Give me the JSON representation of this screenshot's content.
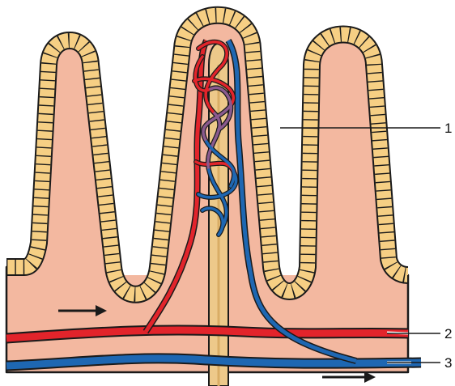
{
  "labels": {
    "villus_tissue": "1",
    "arteriole": "2",
    "venule": "3"
  },
  "colors": {
    "tissue": "#F3B8A0",
    "epithelium_cell": "#F6CF84",
    "outline": "#1a1a1a",
    "artery": "#E2242B",
    "vein": "#1E67B2",
    "capillary_mix": "#8A5A8E",
    "lacteal": "#EDC98A",
    "arrow": "#1a1a1a",
    "background": "#FFFFFF"
  },
  "icons": {
    "flow_arrow_in": "right-arrow",
    "flow_arrow_out": "right-arrow"
  }
}
